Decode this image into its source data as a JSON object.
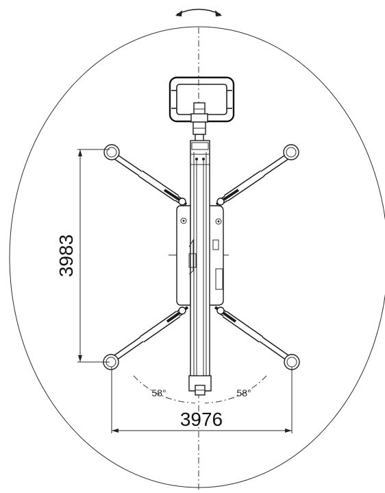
{
  "dimensions": {
    "width_label": "3976",
    "height_label": "3983",
    "angle_left": "58°",
    "angle_right": "58°"
  },
  "icons": {
    "rotation": "rotation-arrow-icon"
  }
}
